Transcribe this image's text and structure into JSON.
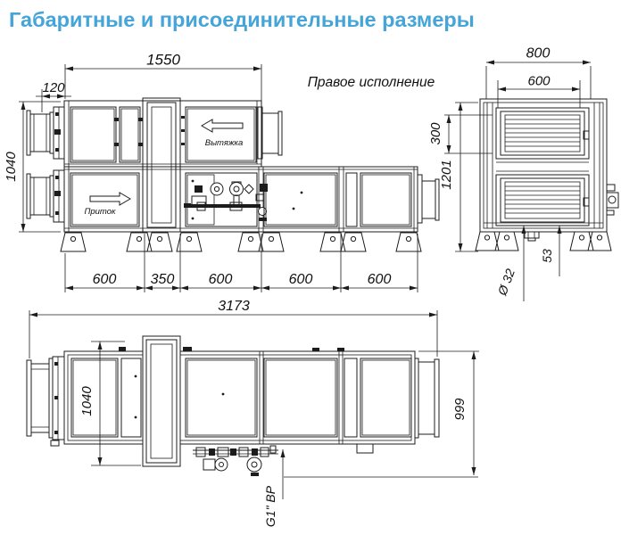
{
  "title": "Габаритные и присоединительные размеры",
  "variant_label": "Правое исполнение",
  "airflow_labels": {
    "exhaust": "Вытяжка",
    "supply": "Приток"
  },
  "dimensions": {
    "front_view": {
      "exhaust_row_length": "1550",
      "inlet_spigot_length": "120",
      "body_height": "1040",
      "section_widths": [
        "600",
        "350",
        "600",
        "600",
        "600"
      ]
    },
    "side_view": {
      "overall_depth": "800",
      "duct_opening_width": "600",
      "duct_opening_height": "300",
      "overall_height": "1201",
      "drain_offset": "53",
      "drain_diameter": "Ø 32"
    },
    "plan_view": {
      "overall_length": "3173",
      "body_width": "1040",
      "overall_width": "999",
      "pipe_thread": "G1\" ВР"
    }
  },
  "colors": {
    "title": "#45a4d8",
    "line": "#1c1c1c",
    "background": "#ffffff"
  }
}
